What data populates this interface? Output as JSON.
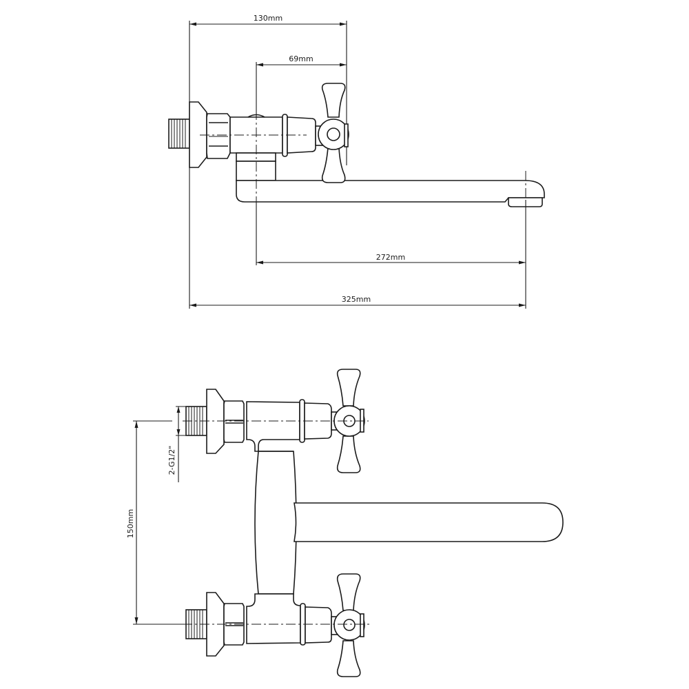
{
  "drawing": {
    "subject": "Wall-mounted two-handle faucet with swivel spout",
    "side_view": {
      "dimensions": {
        "top_overall": "130mm",
        "handle_offset": "69mm",
        "spout_reach": "272mm",
        "total_length": "325mm"
      }
    },
    "front_view": {
      "dimensions": {
        "inlet_spacing": "150mm",
        "thread_size": "2-G1/2\""
      }
    },
    "colors": {
      "line": "#1a1a1a",
      "background": "#ffffff"
    }
  }
}
